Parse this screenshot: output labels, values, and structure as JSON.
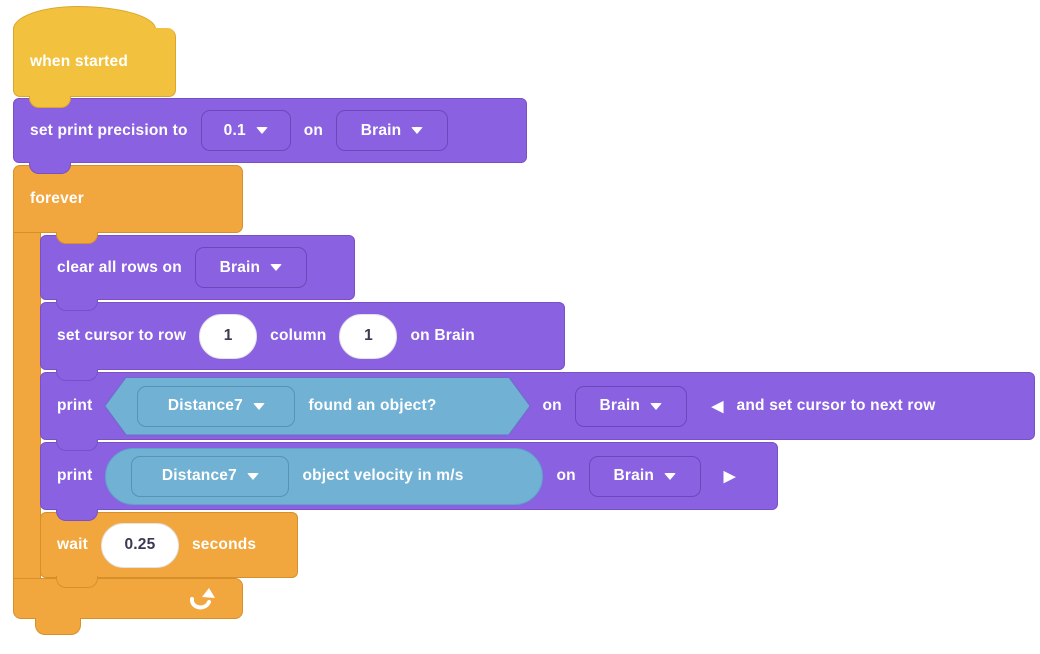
{
  "colors": {
    "event_yellow": "#F2C13D",
    "control_orange": "#F1A73E",
    "device_purple": "#8A62E1",
    "sensing_blue": "#70B1D4"
  },
  "icons": {
    "dropdown_caret": "caret-down",
    "loop_arrow": "loop-arrow",
    "collapse": "left-triangle",
    "expand": "right-triangle"
  },
  "blocks": {
    "when_started": {
      "label": "when started"
    },
    "set_print_precision": {
      "text": "set print precision to",
      "precision": "0.1",
      "on": "on",
      "device": "Brain"
    },
    "forever": {
      "label": "forever"
    },
    "clear_all_rows": {
      "text": "clear all rows on",
      "device": "Brain"
    },
    "set_cursor": {
      "text_row": "set cursor to row",
      "row": "1",
      "text_column": "column",
      "column": "1",
      "text_on": "on Brain"
    },
    "print_found": {
      "text_print": "print",
      "sensor": "Distance7",
      "condition": "found an object?",
      "text_on": "on",
      "device": "Brain",
      "collapse_glyph": "◀",
      "text_suffix": "and set cursor to next row"
    },
    "print_velocity": {
      "text_print": "print",
      "sensor": "Distance7",
      "value": "object velocity in m/s",
      "text_on": "on",
      "device": "Brain",
      "expand_glyph": "▶"
    },
    "wait": {
      "text_wait": "wait",
      "seconds": "0.25",
      "text_seconds": "seconds"
    }
  }
}
